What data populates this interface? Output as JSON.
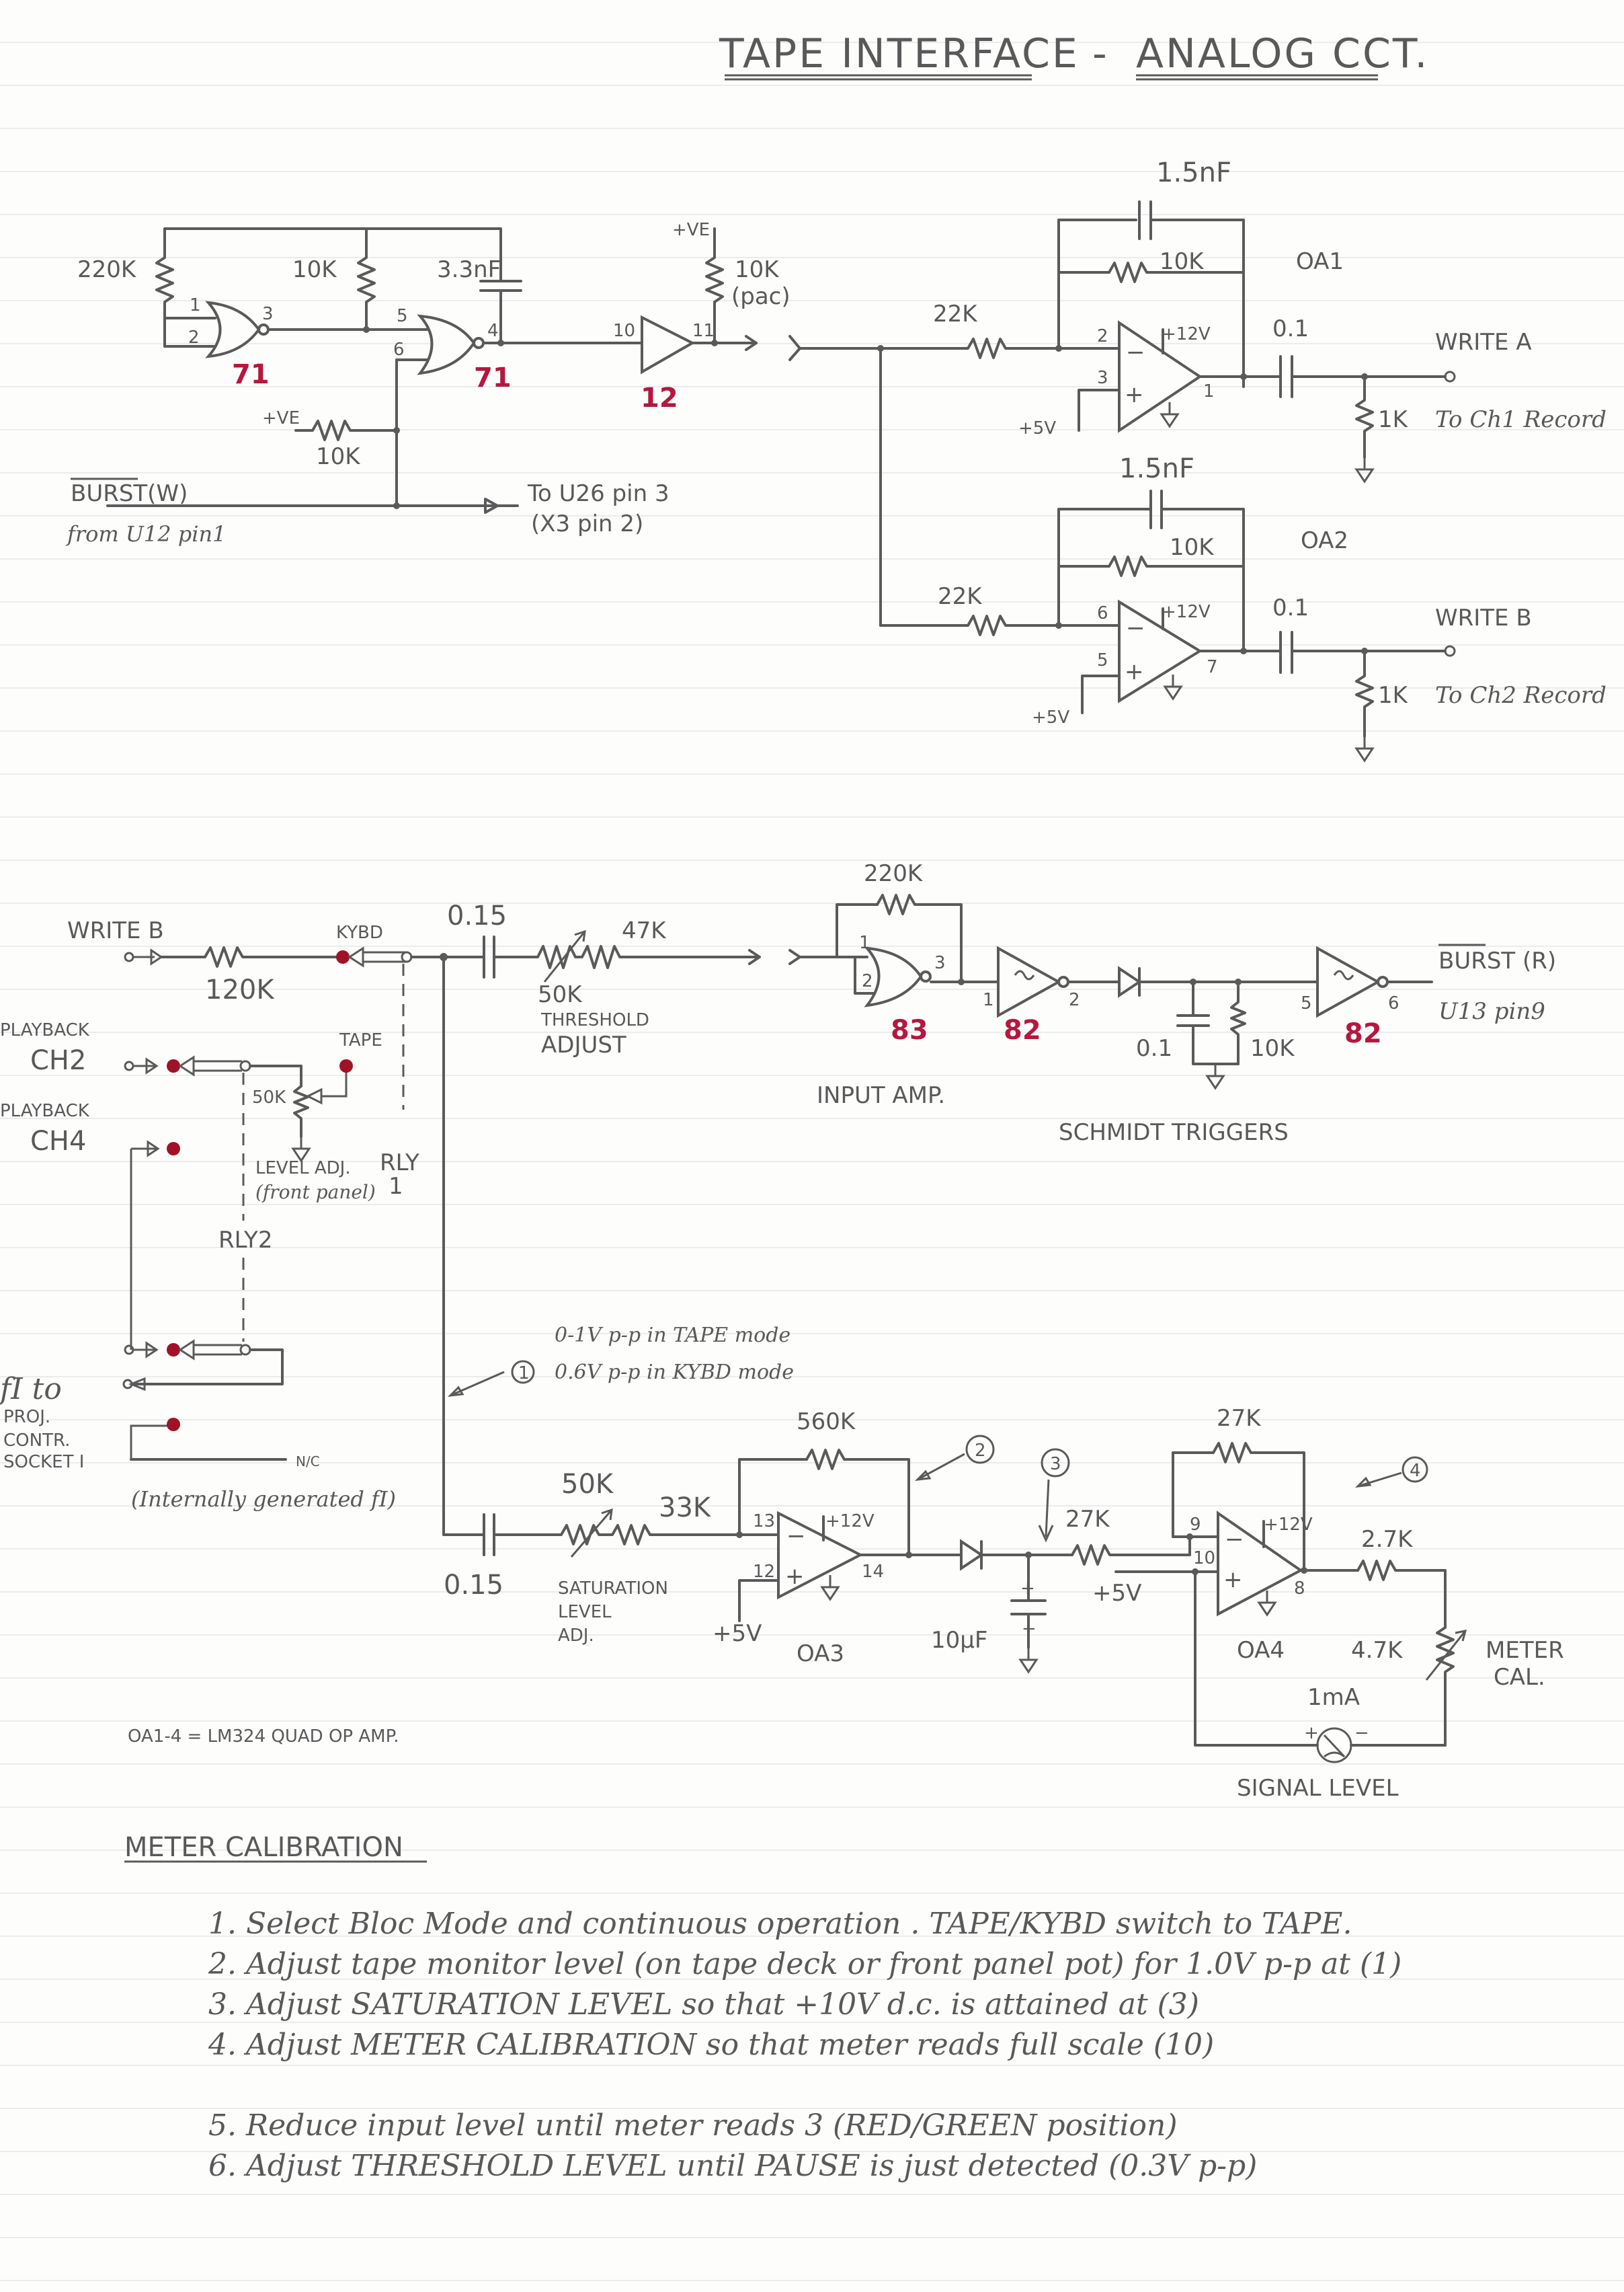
{
  "page": {
    "title_left": "TAPE INTERFACE",
    "title_dash": "-",
    "title_right": "ANALOG CCT."
  },
  "colors": {
    "ink": "#5a5a5a",
    "ic_label": "#b5173f",
    "relay_contact": "#a01226"
  },
  "osc": {
    "r1": "220K",
    "r2": "10K",
    "c1": "3.3nF",
    "g1_pins": [
      "1",
      "2",
      "3"
    ],
    "g1_ic": "71",
    "g2_pins": [
      "5",
      "6",
      "4"
    ],
    "g2_ic": "71",
    "buf_pins": [
      "10",
      "11"
    ],
    "buf_ic": "12",
    "pull_supply": "+VE",
    "pull_r": "10K",
    "pull_note": "(pac)",
    "bias_supply": "+VE",
    "bias_r": "10K",
    "burst_label": "BURST(W)",
    "burst_from": "from U12 pin1",
    "to_label_1": "To U26 pin 3",
    "to_label_2": "(X3 pin 2)"
  },
  "filters": [
    {
      "name": "OA1",
      "cap": "1.5nF",
      "rf": "10K",
      "rin": "22K",
      "pin_inv": "2",
      "pin_non": "3",
      "pin_out": "1",
      "supply": "+12V",
      "ref": "+5V",
      "cout": "0.1",
      "rload": "1K",
      "out_label": "WRITE A",
      "out_note": "To Ch1 Record"
    },
    {
      "name": "OA2",
      "cap": "1.5nF",
      "rf": "10K",
      "rin": "22K",
      "pin_inv": "6",
      "pin_non": "5",
      "pin_out": "7",
      "supply": "+12V",
      "ref": "+5V",
      "cout": "0.1",
      "rload": "1K",
      "out_label": "WRITE B",
      "out_note": "To Ch2 Record"
    }
  ],
  "input": {
    "write_b": "WRITE B",
    "r_120k": "120K",
    "kybd": "KYBD",
    "tape": "TAPE",
    "pb_ch2_1": "PLAYBACK",
    "pb_ch2_2": "CH2",
    "pb_ch4_1": "PLAYBACK",
    "pb_ch4_2": "CH4",
    "pot": "50K",
    "level_adj_1": "LEVEL ADJ.",
    "level_adj_2": "(front panel)",
    "rly1_1": "RLY",
    "rly1_2": "1",
    "rly2": "RLY2",
    "fi_1": "fI to",
    "fi_2": "PROJ.",
    "fi_3": "CONTR.",
    "fi_4": "SOCKET I",
    "nc": "N/C",
    "internal": "(Internally generated fI)",
    "cin": "0.15",
    "thr_pot": "50K",
    "thr_r": "47K",
    "thr_label_1": "THRESHOLD",
    "thr_label_2": "ADJUST"
  },
  "trigger": {
    "rfb": "220K",
    "g_pins": [
      "1",
      "2",
      "3"
    ],
    "g_ic": "83",
    "inv1_pins": [
      "1",
      "2"
    ],
    "inv1_ic": "82",
    "cap": "0.1",
    "res": "10K",
    "inv2_pins": [
      "5",
      "6"
    ],
    "inv2_ic": "82",
    "out_label": "BURST (R)",
    "out_note": "U13 pin9",
    "input_amp": "INPUT AMP.",
    "schmidt": "SCHMIDT  TRIGGERS"
  },
  "testpoints": {
    "tp1": "1",
    "tp1_line1": "0-1V p-p in TAPE mode",
    "tp1_line2": "0.6V p-p in KYBD mode",
    "tp2": "2",
    "tp3": "3",
    "tp4": "4"
  },
  "meter": {
    "cin": "0.15",
    "sat_pot": "50K",
    "r33": "33K",
    "sat_label_1": "SATURATION",
    "sat_label_2": "LEVEL",
    "sat_label_3": "ADJ.",
    "oa3": "OA3",
    "oa3_rf": "560K",
    "oa3_pins": [
      "13",
      "12",
      "14"
    ],
    "oa3_supply": "+12V",
    "oa3_ref": "+5V",
    "cap": "10μF",
    "oa4": "OA4",
    "oa4_rin": "27K",
    "oa4_rf": "27K",
    "oa4_pins": [
      "9",
      "10",
      "8"
    ],
    "oa4_supply": "+12V",
    "oa4_ref": "+5V",
    "r27": "2.7K",
    "cal_pot": "4.7K",
    "cal_label_1": "METER",
    "cal_label_2": "CAL.",
    "meter_rating": "1mA",
    "meter_label": "SIGNAL LEVEL"
  },
  "note_opamp": "OA1-4  = LM324 QUAD OP AMP.",
  "calibration": {
    "heading": "METER CALIBRATION",
    "steps": [
      "1. Select Bloc Mode and continuous operation .  TAPE/KYBD switch to TAPE.",
      "2. Adjust tape monitor level (on tape deck or front panel pot) for 1.0V p-p at (1)",
      "3. Adjust SATURATION LEVEL so that +10V d.c. is attained at (3)",
      "4. Adjust METER CALIBRATION so that meter reads full scale (10)",
      "5. Reduce input level until meter reads 3 (RED/GREEN position)",
      "6. Adjust THRESHOLD LEVEL until PAUSE is just detected (0.3V p-p)"
    ]
  }
}
